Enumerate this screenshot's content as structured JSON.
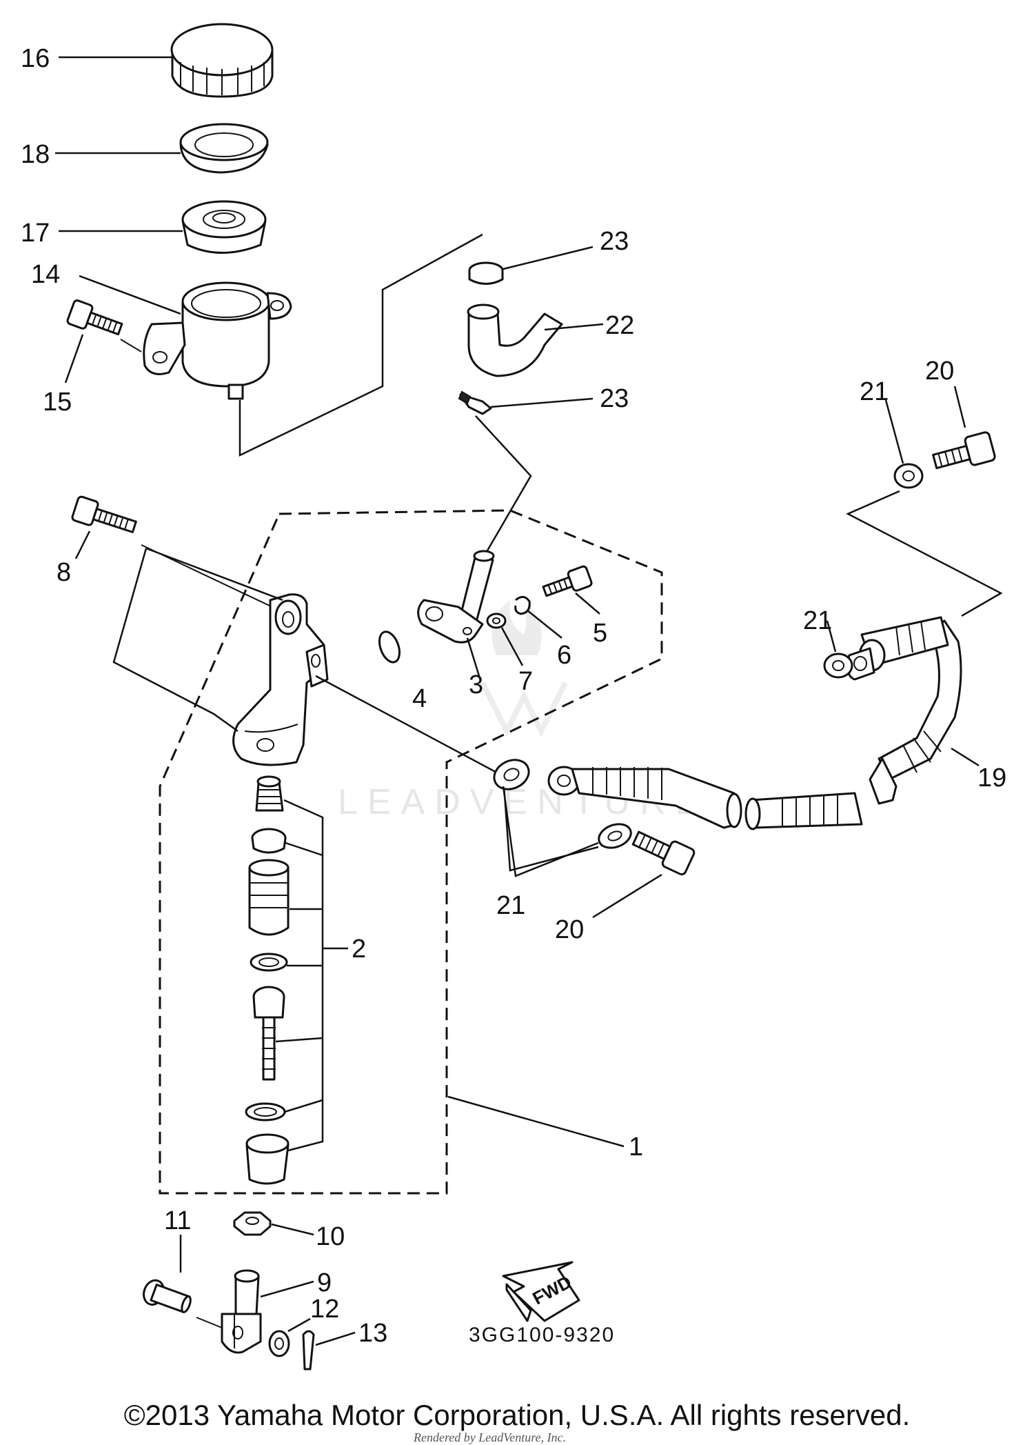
{
  "diagram": {
    "part_code": "3GG100-9320",
    "fwd_label": "FWD",
    "watermark": "LEADVENTURE",
    "labels": {
      "l1": "1",
      "l2": "2",
      "l3": "3",
      "l4": "4",
      "l5": "5",
      "l6": "6",
      "l7": "7",
      "l8": "8",
      "l9": "9",
      "l10": "10",
      "l11": "11",
      "l12": "12",
      "l13": "13",
      "l14": "14",
      "l15": "15",
      "l16": "16",
      "l17": "17",
      "l18": "18",
      "l19": "19",
      "l20a": "20",
      "l20b": "20",
      "l21a": "21",
      "l21b": "21",
      "l21c": "21",
      "l22": "22",
      "l23a": "23",
      "l23b": "23"
    }
  },
  "footer": {
    "copyright": "©2013 Yamaha Motor Corporation, U.S.A. All rights reserved.",
    "source_note": "Rendered by LeadVenture, Inc."
  }
}
